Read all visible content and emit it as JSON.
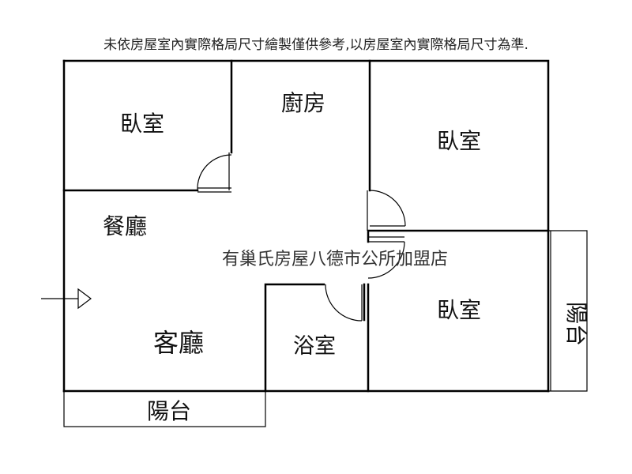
{
  "disclaimer": "未依房屋室內實際格局尺寸繪製僅供參考,以房屋室內實際格局尺寸為準.",
  "watermark": "有巢氏房屋八德市公所加盟店",
  "rooms": {
    "bedroom_top_left": "臥室",
    "kitchen": "廚房",
    "bedroom_top_right": "臥室",
    "dining": "餐廳",
    "living": "客廳",
    "bathroom": "浴室",
    "bedroom_bottom_right": "臥室",
    "balcony_bottom": "陽台",
    "balcony_right": "陽台"
  }
}
